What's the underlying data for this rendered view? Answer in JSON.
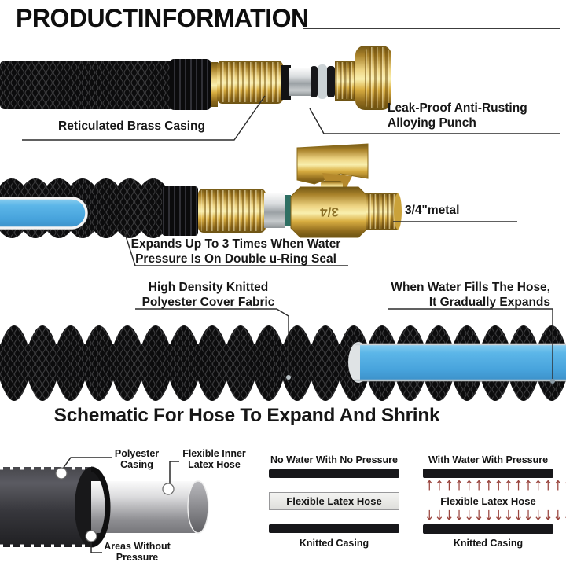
{
  "header": {
    "title": "PRODUCTINFORMATION"
  },
  "sections": {
    "fitting": {
      "brass_casing_label": "Reticulated Brass Casing",
      "leakproof_label_line1": "Leak-Proof Anti-Rusting",
      "leakproof_label_line2": "Alloying Punch"
    },
    "valve": {
      "metal_label": "3/4\"metal",
      "valve_stamp": "3/4",
      "expand_label_line1": "Expands Up To 3 Times When Water",
      "expand_label_line2": "Pressure Is On Double u-Ring Seal"
    },
    "hose": {
      "knitted_label_line1": "High Density Knitted",
      "knitted_label_line2": "Polyester Cover Fabric",
      "fills_label_line1": "When Water Fills The Hose,",
      "fills_label_line2": "It Gradually Expands"
    }
  },
  "schematic": {
    "heading": "Schematic For Hose To Expand And Shrink",
    "cutaway": {
      "polyester_line1": "Polyester",
      "polyester_line2": "Casing",
      "inner_latex_line1": "Flexible Inner",
      "inner_latex_line2": "Latex Hose",
      "no_pressure_line1": "Areas Without",
      "no_pressure_line2": "Pressure"
    },
    "panel_no_water": {
      "title": "No Water With No Pressure",
      "hose_label": "Flexible Latex Hose",
      "casing_label": "Knitted Casing"
    },
    "panel_with_water": {
      "title": "With Water With Pressure",
      "hose_label": "Flexible Latex Hose",
      "casing_label": "Knitted Casing",
      "arrow_count": 15,
      "arrow_up_glyph": "↑",
      "arrow_down_glyph": "↓"
    }
  },
  "colors": {
    "brass": "#d9ae41",
    "latex_blue": "#47a3dc",
    "casing_black": "#0c0c0d",
    "arrow_red": "#9a453e",
    "text": "#161616"
  }
}
